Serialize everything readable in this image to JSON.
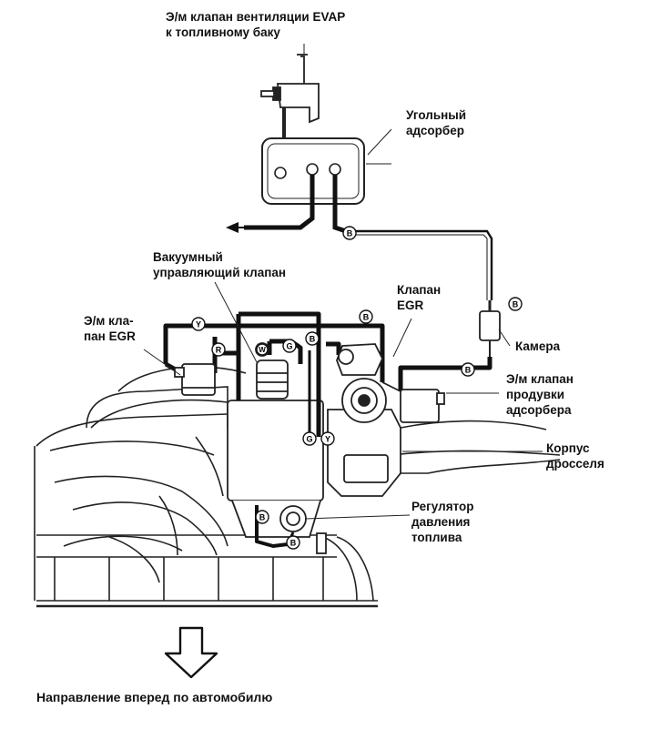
{
  "labels": {
    "evap_valve": "Э/м клапан вентиляции EVAP\nк топливному баку",
    "canister": "Угольный\nадсорбер",
    "vacuum_valve": "Вакуумный\nуправляющий клапан",
    "egr_valve": "Клапан\nEGR",
    "egr_solenoid": "Э/м кла-\nпан EGR",
    "chamber": "Камера",
    "purge_solenoid": "Э/м клапан\nпродувки\nадсорбера",
    "throttle_body": "Корпус\nдросселя",
    "fuel_regulator": "Регулятор\nдавления\nтоплива",
    "direction": "Направление вперед по автомобилю"
  },
  "hose_tags": {
    "b": "B",
    "y": "Y",
    "r": "R",
    "g": "G",
    "w": "W"
  }
}
